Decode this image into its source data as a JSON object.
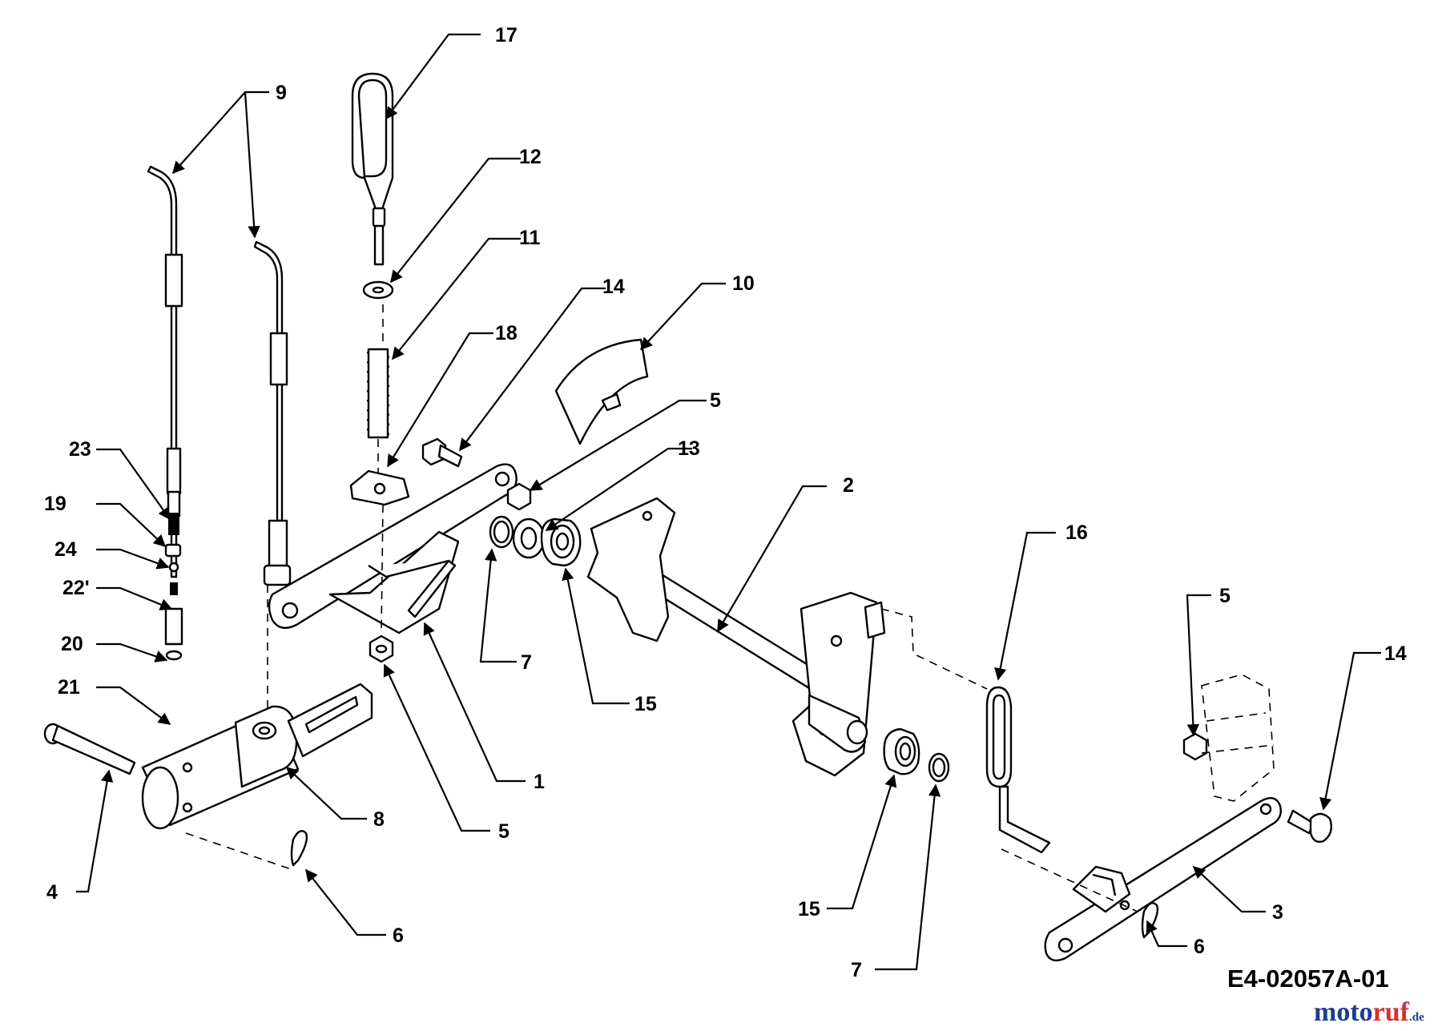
{
  "diagram": {
    "callouts": [
      "17",
      "9",
      "12",
      "11",
      "14",
      "10",
      "18",
      "5",
      "13",
      "2",
      "23",
      "19",
      "24",
      "22'",
      "20",
      "21",
      "16",
      "5",
      "14",
      "7",
      "15",
      "1",
      "8",
      "5",
      "4",
      "6",
      "15",
      "3",
      "6",
      "7"
    ],
    "drawing_id": "E4-02057A-01",
    "logo": {
      "part1": "moto",
      "part2": "ruf",
      "suffix": ".de",
      "colors": {
        "part1": "#1f3d8f",
        "part2": "#d6302f"
      }
    }
  }
}
